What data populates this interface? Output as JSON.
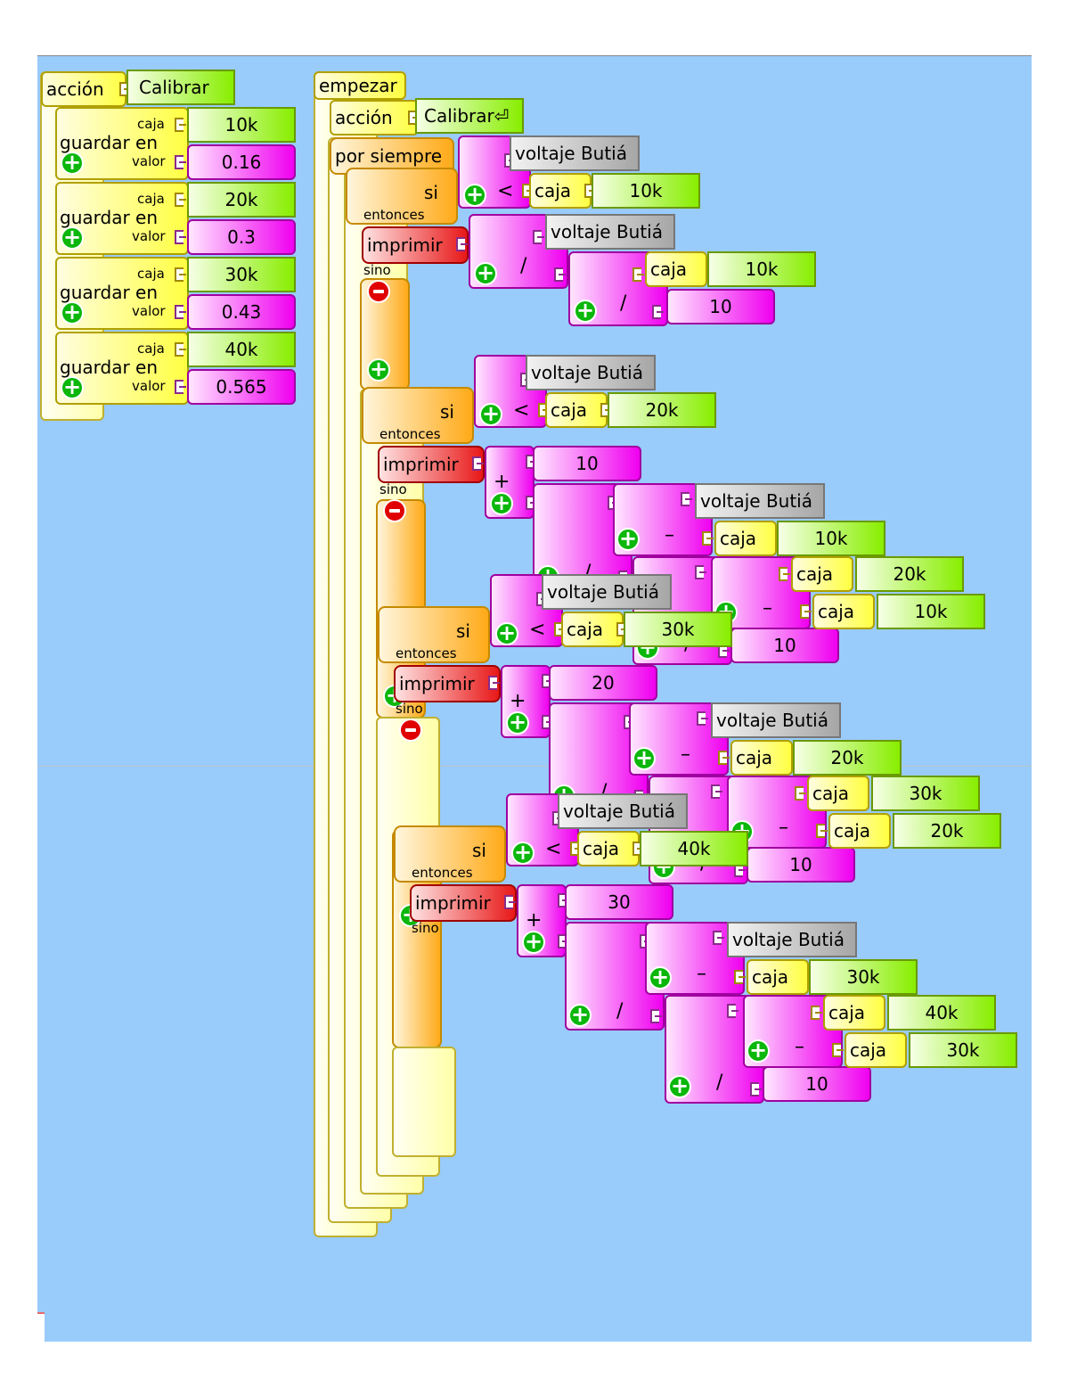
{
  "left_stack": {
    "hat_label": "acción",
    "hat_name": "Calibrar",
    "store_label": "guardar en",
    "box_label": "caja",
    "value_label": "valor",
    "rows": [
      {
        "box": "10k",
        "value": "0.16"
      },
      {
        "box": "20k",
        "value": "0.3"
      },
      {
        "box": "30k",
        "value": "0.43"
      },
      {
        "box": "40k",
        "value": "0.565"
      }
    ]
  },
  "main_stack": {
    "start_label": "empezar",
    "action_label": "acción",
    "action_name": "Calibrar⏎",
    "forever_label": "por siempre",
    "if_label": "si",
    "then_label": "entonces",
    "else_label": "sino",
    "print_label": "imprimir",
    "sensor_label": "voltaje Butiá",
    "box_label": "caja",
    "lt": "<",
    "div": "/",
    "plus_op": "+",
    "minus_op": "–",
    "ten": "10",
    "ifs": [
      {
        "threshold": "10k"
      },
      {
        "threshold": "20k",
        "offset": "10",
        "box_a": "10k",
        "box_b": "20k",
        "box_c": "10k"
      },
      {
        "threshold": "30k",
        "offset": "20",
        "box_a": "20k",
        "box_b": "30k",
        "box_c": "20k"
      },
      {
        "threshold": "40k",
        "offset": "30",
        "box_a": "30k",
        "box_b": "40k",
        "box_c": "30k"
      }
    ]
  },
  "colors": {
    "canvas": "#99cbfb",
    "flow": "#ffaa18",
    "action": "#ffff42",
    "print": "#e81818",
    "number": "#f000f0",
    "box_value": "#88ee00",
    "sensor": "#a6a6a6"
  }
}
